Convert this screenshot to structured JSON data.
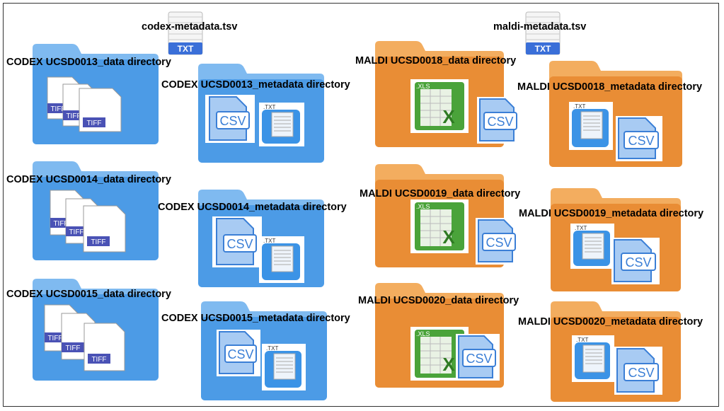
{
  "files": [
    {
      "name": "codex-metadata.tsv",
      "badge": "TXT"
    },
    {
      "name": "maldi-metadata.tsv",
      "badge": "TXT"
    }
  ],
  "codex_data": [
    {
      "label": "CODEX  UCSD0013_data directory",
      "badge": "TIFF"
    },
    {
      "label": "CODEX  UCSD0014_data directory",
      "badge": "TIFF"
    },
    {
      "label": "CODEX  UCSD0015_data directory",
      "badge": "TIFF"
    }
  ],
  "codex_meta": [
    {
      "label": "CODEX  UCSD0013_metadata directory",
      "csv": "CSV",
      "txt": ".TXT"
    },
    {
      "label": "CODEX  UCSD0014_metadata directory",
      "csv": "CSV",
      "txt": ".TXT"
    },
    {
      "label": "CODEX  UCSD0015_metadata directory",
      "csv": "CSV",
      "txt": ".TXT"
    }
  ],
  "maldi_data": [
    {
      "label": "MALDI UCSD0018_data directory",
      "xls": ".XLS",
      "csv": "CSV"
    },
    {
      "label": "MALDI UCSD0019_data directory",
      "xls": ".XLS",
      "csv": "CSV"
    },
    {
      "label": "MALDI UCSD0020_data directory",
      "xls": ".XLS",
      "csv": "CSV"
    }
  ],
  "maldi_meta": [
    {
      "label": "MALDI UCSD0018_metadata directory",
      "txt": ".TXT",
      "csv": "CSV"
    },
    {
      "label": "MALDI UCSD0019_metadata directory",
      "txt": ".TXT",
      "csv": "CSV"
    },
    {
      "label": "MALDI UCSD0020_metadata directory",
      "txt": ".TXT",
      "csv": "CSV"
    }
  ],
  "colors": {
    "blue_folder": "#4c9be6",
    "blue_folder_light": "#7fbaf0",
    "orange_folder": "#e98d35",
    "orange_folder_light": "#f3ad5f",
    "txt_badge": "#3a6fd8",
    "xls_green": "#4aa33a",
    "icon_blue": "#3b93e6"
  }
}
